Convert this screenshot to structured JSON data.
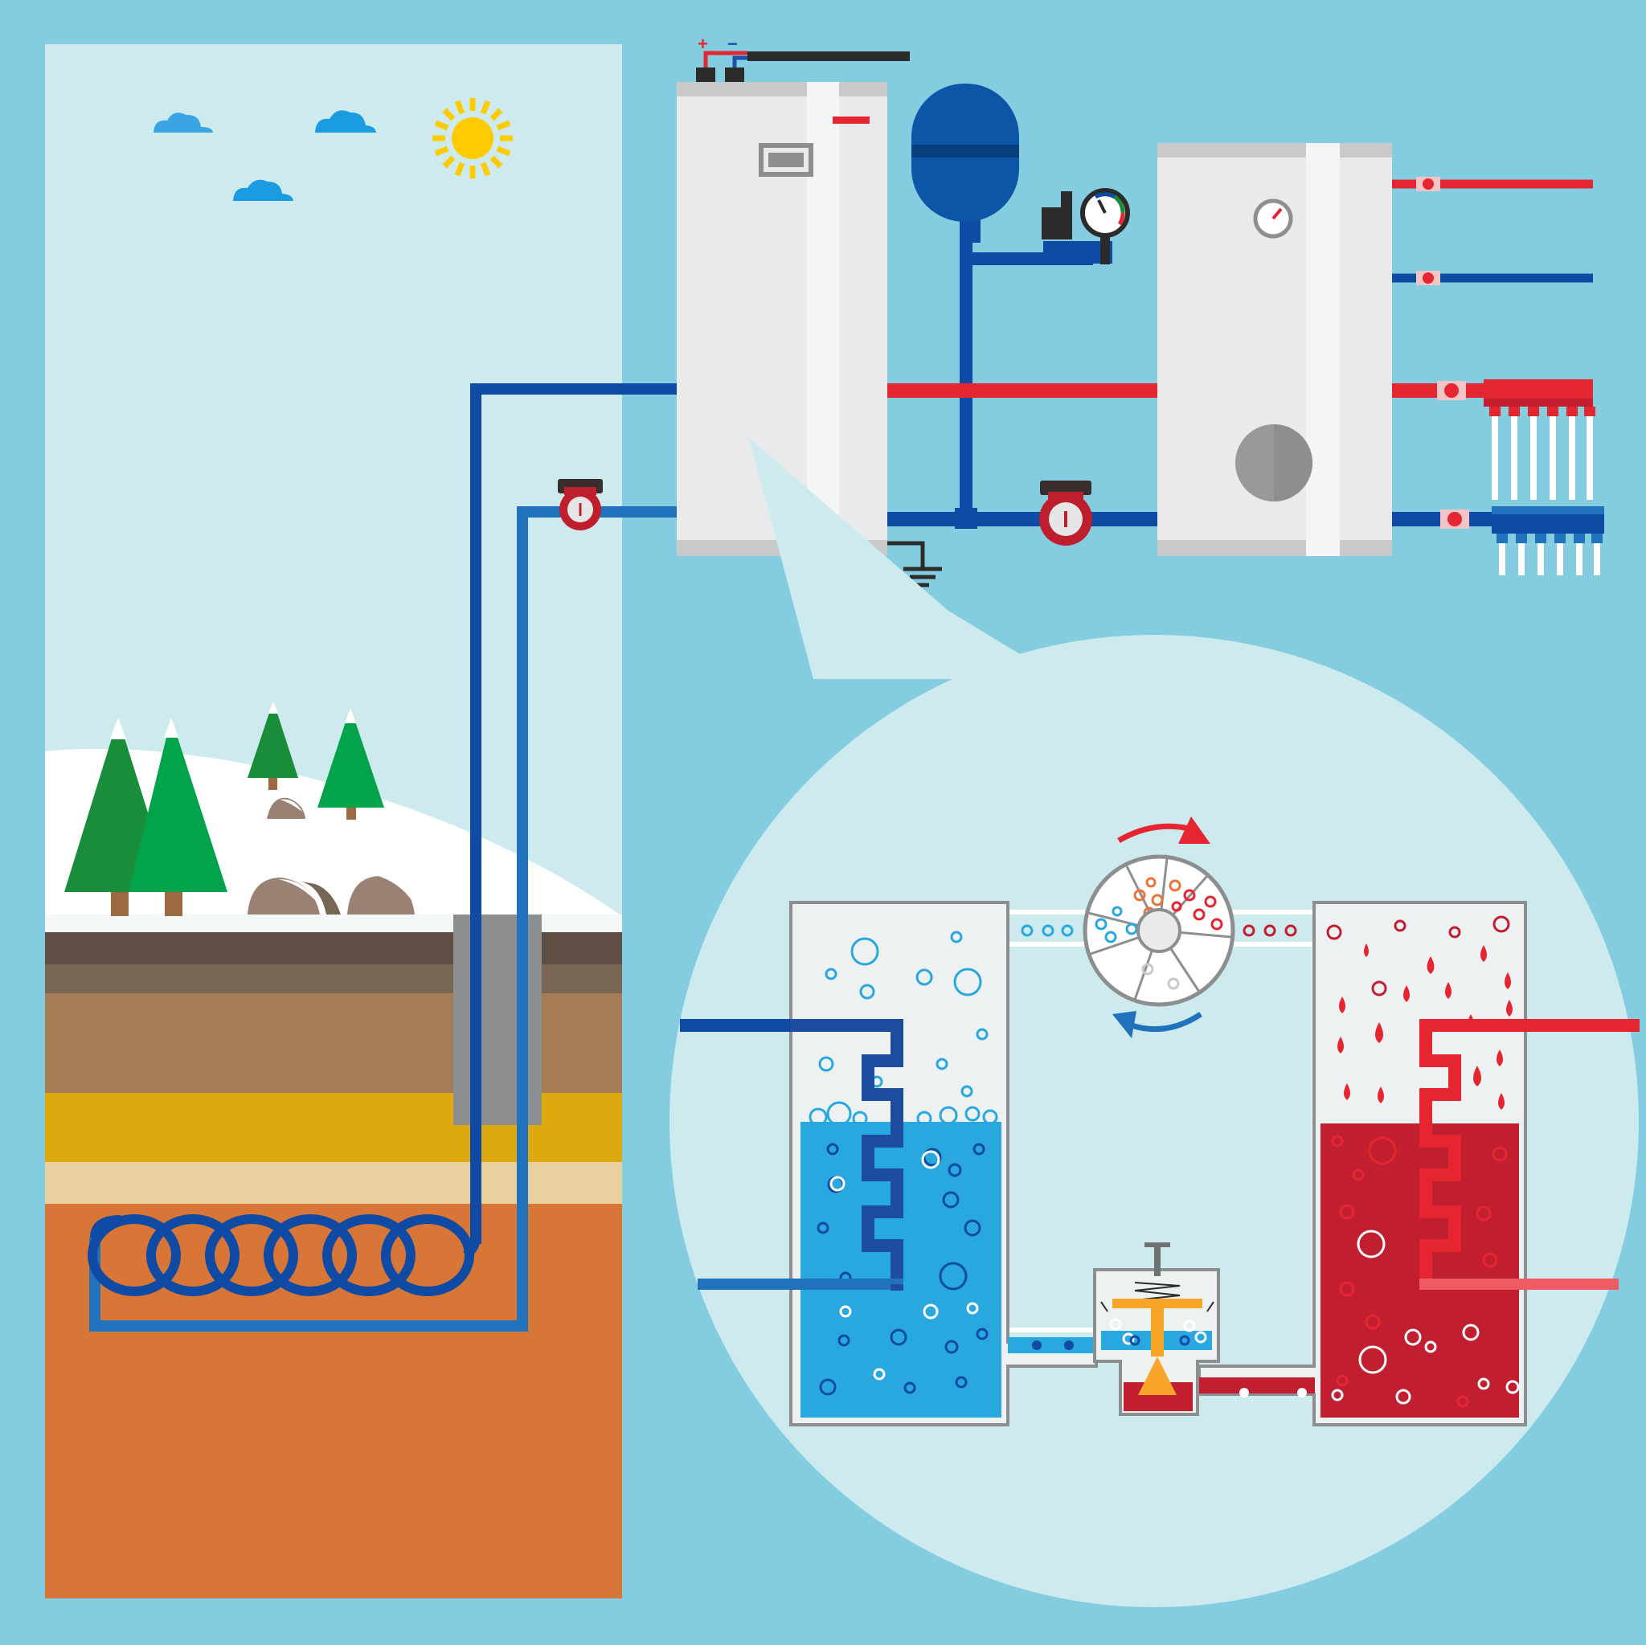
{
  "title": "",
  "colors": {
    "background": "#84cde1",
    "sky": "#cdeaee",
    "snow": "#ffffff",
    "topsoil": "#5e4e44",
    "soil2": "#786655",
    "clay": "#a57c55",
    "yellow_layer": "#dcaa0e",
    "sand_layer": "#e9d09f",
    "deep_earth": "#d77637",
    "tree_dark": "#1a8d3a",
    "tree_light": "#01a34b",
    "trunk": "#9b6a40",
    "rock": "#9a8174",
    "cold_pipe": "#0f4aa5",
    "return_pipe": "#1f72bb",
    "hot_pipe": "#e52530",
    "cabinet": "#e9eaeb",
    "cabinet_shade": "#c8c9cb",
    "tank": "#0d55a6",
    "evaporator_liquid": "#29a7df",
    "condenser_liquid": "#c11f30",
    "zoom_circle": "#cdeaee",
    "sun": "#fecb00",
    "cloud": "#3aa4e4"
  },
  "icons": {
    "sun": "sun-icon",
    "cloud": "cloud-icon",
    "pump": "circulation-pump-icon",
    "gauge": "pressure-gauge-icon",
    "thermometer": "temperature-dial-icon",
    "ground": "ground-symbol-icon",
    "valve": "ball-valve-icon",
    "compressor": "compressor-icon",
    "expansion_valve": "expansion-valve-icon",
    "rotation": "rotation-arrow-icon"
  },
  "power_terminals": {
    "plus": "+",
    "minus": "−"
  },
  "scene": {
    "ground_loop_coils": 6,
    "trees": 4,
    "clouds": 3,
    "manifold_outlets": 6
  }
}
